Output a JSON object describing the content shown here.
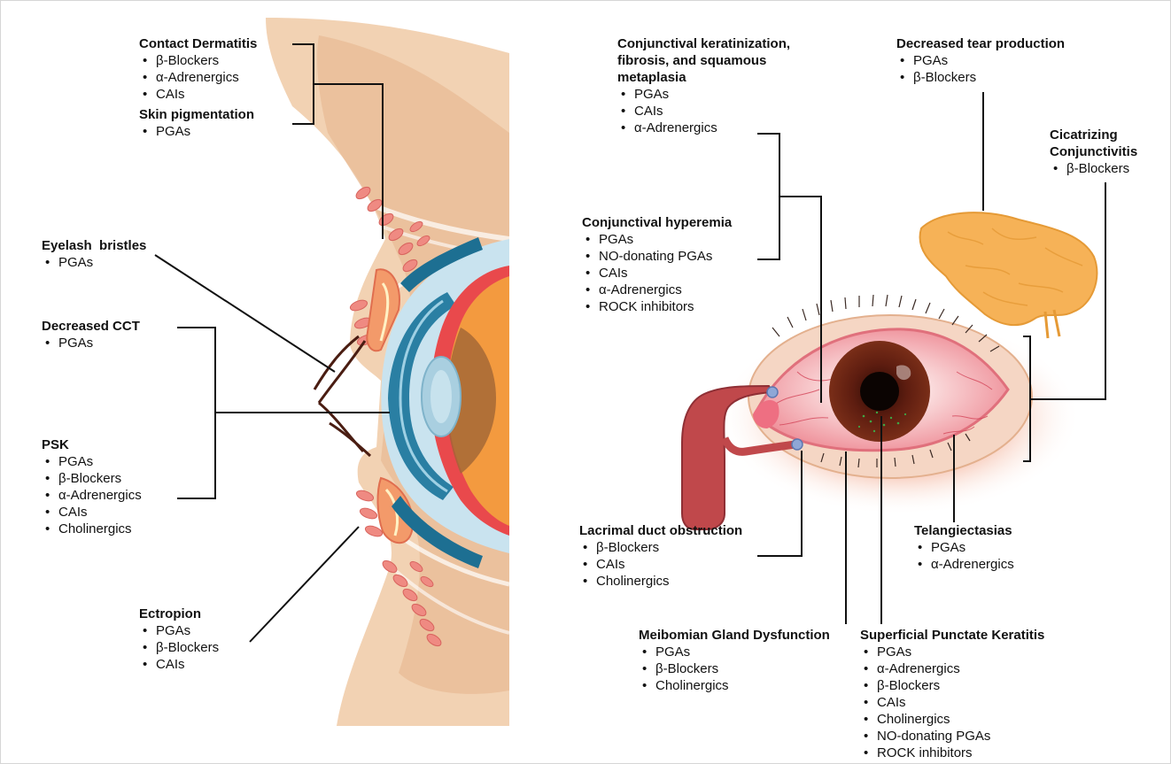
{
  "labels": {
    "contact": {
      "heading": "Contact Dermatitis",
      "items": [
        "β-Blockers",
        "α-Adrenergics",
        "CAIs"
      ]
    },
    "skin": {
      "heading": "Skin pigmentation",
      "items": [
        "PGAs"
      ]
    },
    "eyelash": {
      "heading": "Eyelash  bristles",
      "items": [
        "PGAs"
      ]
    },
    "cct": {
      "heading": "Decreased CCT",
      "items": [
        "PGAs"
      ]
    },
    "psk": {
      "heading": "PSK",
      "items": [
        "PGAs",
        "β-Blockers",
        "α-Adrenergics",
        "CAIs",
        "Cholinergics"
      ]
    },
    "ectropion": {
      "heading": "Ectropion",
      "items": [
        "PGAs",
        "β-Blockers",
        "CAIs"
      ]
    },
    "keratinization": {
      "heading_lines": [
        "Conjunctival keratinization,",
        "fibrosis, and squamous",
        "metaplasia"
      ],
      "items": [
        "PGAs",
        "CAIs",
        "α-Adrenergics"
      ]
    },
    "hyperemia": {
      "heading": "Conjunctival hyperemia",
      "items": [
        "PGAs",
        "NO-donating PGAs",
        "CAIs",
        "α-Adrenergics",
        "ROCK inhibitors"
      ]
    },
    "tear": {
      "heading": "Decreased tear production",
      "items": [
        "PGAs",
        "β-Blockers"
      ]
    },
    "cicatrizing": {
      "heading_lines": [
        "Cicatrizing",
        "Conjunctivitis"
      ],
      "items": [
        "β-Blockers"
      ]
    },
    "lacrimal": {
      "heading": "Lacrimal duct obstruction",
      "items": [
        "β-Blockers",
        "CAIs",
        "Cholinergics"
      ]
    },
    "telangiectasias": {
      "heading": "Telangiectasias",
      "items": [
        "PGAs",
        "α-Adrenergics"
      ]
    },
    "meibomian": {
      "heading": "Meibomian Gland Dysfunction",
      "items": [
        "PGAs",
        "β-Blockers",
        "Cholinergics"
      ]
    },
    "spk": {
      "heading": "Superficial Punctate Keratitis",
      "items": [
        "PGAs",
        "α-Adrenergics",
        "β-Blockers",
        "CAIs",
        "Cholinergics",
        "NO-donating PGAs",
        "ROCK inhibitors"
      ]
    }
  },
  "colors": {
    "skin": "#f2d2b3",
    "skin_shadow": "#e3b08e",
    "gland": "#ef8a82",
    "sclera_blue": "#c9e3ef",
    "cornea_dark": "#1d6f92",
    "iris_orange": "#f39a3f",
    "lens": "#a9cfe0",
    "red_eye": "#f0a0a8",
    "iris_brown": "#6a2415",
    "lacrimal_gland": "#f6b257",
    "duct": "#b8464b",
    "leader": "#111111"
  }
}
